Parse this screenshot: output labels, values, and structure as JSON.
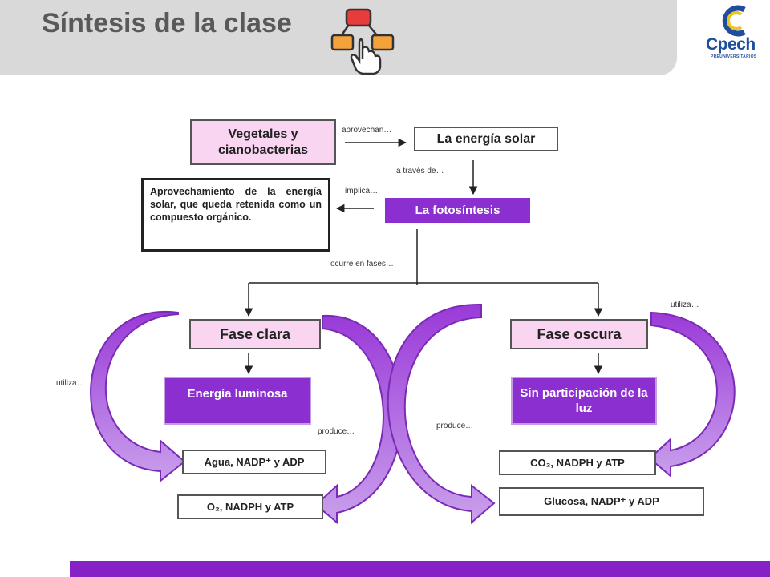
{
  "header": {
    "title": "Síntesis de la clase",
    "logo_text": "Cpech",
    "logo_sub": "PREUNIVERSITARIOS"
  },
  "nodes": {
    "vegetales": "Vegetales y cianobacterias",
    "energia_solar": "La energía solar",
    "aprovechamiento": "Aprovechamiento de la energía solar, que queda retenida como un compuesto orgánico.",
    "fotosintesis": "La fotosíntesis",
    "fase_clara": "Fase clara",
    "fase_oscura": "Fase oscura",
    "energia_luminosa": "Energía luminosa",
    "sin_luz": "Sin participación de la luz",
    "agua": "Agua, NADP⁺ y ADP",
    "o2": "O₂, NADPH y ATP",
    "co2": "CO₂, NADPH y ATP",
    "glucosa": "Glucosa, NADP⁺ y ADP"
  },
  "labels": {
    "aprovechan": "aprovechan…",
    "a_traves": "a través de…",
    "implica": "implica…",
    "ocurre": "ocurre en fases…",
    "utiliza_left": "utiliza…",
    "utiliza_right": "utiliza…",
    "produce_left": "produce…",
    "produce_right": "produce…"
  },
  "colors": {
    "accent_purple": "#8521c7",
    "node_pink": "#f9d5f2",
    "header_gray": "#d9d9d9",
    "logo_blue": "#1f4e9c"
  }
}
